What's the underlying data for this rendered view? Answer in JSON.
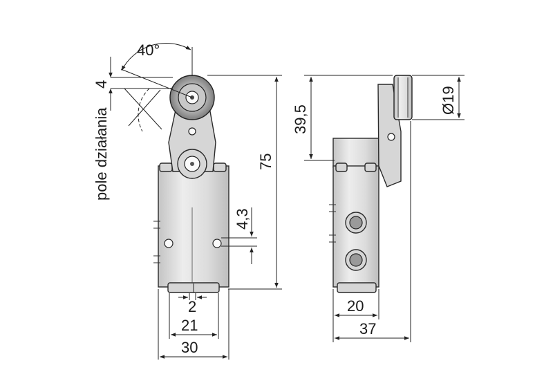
{
  "labels": {
    "angle": "40°",
    "pole_label": "pole działania",
    "pole_value": "4",
    "height_total": "75",
    "height_upper": "39,5",
    "port_offset": "4,3",
    "roller_diameter": "Ø19",
    "width_2": "2",
    "width_21": "21",
    "width_30": "30",
    "width_20": "20",
    "width_37": "37"
  },
  "colors": {
    "line": "#222222",
    "body_light": "#e6e6e6",
    "body_dark": "#9a9a9a"
  }
}
